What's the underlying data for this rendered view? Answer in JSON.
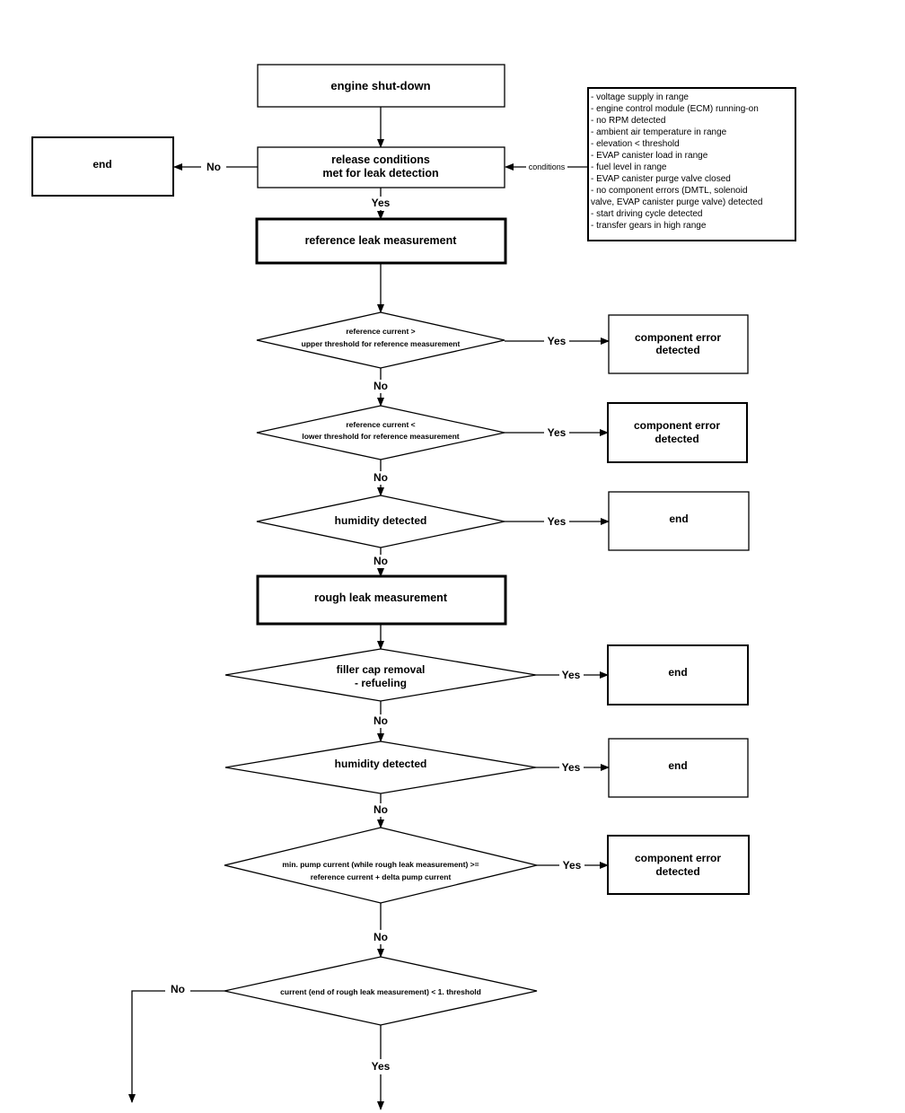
{
  "flowchart": {
    "engine_shutdown": "engine shut-down",
    "release_conditions": [
      "release conditions",
      "met for leak detection"
    ],
    "end_left": "end",
    "conditions_label": "conditions",
    "conditions_list": [
      "- voltage supply in range",
      "- engine control module (ECM) running-on",
      "- no RPM detected",
      "- ambient air temperature in range",
      "- elevation < threshold",
      "- EVAP canister load in range",
      "- fuel level in range",
      "- EVAP canister purge valve closed",
      "- no component errors (DMTL, solenoid",
      "  valve, EVAP canister purge valve) detected",
      "- start driving cycle detected",
      "- transfer gears in high range"
    ],
    "reference_leak": "reference leak measurement",
    "ref_upper": [
      "reference current  >",
      "upper threshold for reference measurement"
    ],
    "ref_lower": [
      "reference current  <",
      "lower threshold for reference measurement"
    ],
    "humidity_1": "humidity detected",
    "rough_leak": "rough leak measurement",
    "filler_cap": [
      "filler cap removal",
      "- refueling"
    ],
    "humidity_2": "humidity detected",
    "min_pump": [
      "min. pump current (while rough leak measurement)   >=",
      "reference current + delta pump current"
    ],
    "current_end": "current (end of rough leak measurement) < 1. threshold",
    "component_error": [
      "component error",
      "detected"
    ],
    "end_label": "end",
    "yes": "Yes",
    "no": "No"
  }
}
